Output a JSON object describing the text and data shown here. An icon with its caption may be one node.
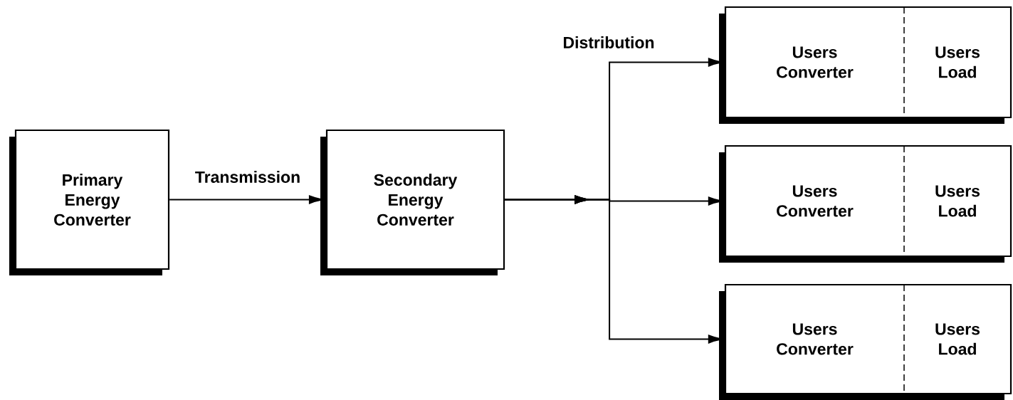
{
  "diagram": {
    "nodes": [
      {
        "text": [
          "Primary Energy Converter"
        ]
      },
      {
        "text": [
          "Secondary Energy Converter"
        ]
      },
      {
        "text": [],
        "shape": "box"
      },
      {
        "text": [
          "Users Converter"
        ],
        "in": 2
      },
      {
        "text": [
          "Users Load"
        ],
        "in": 2
      },
      {
        "text": [],
        "shape": "box"
      },
      {
        "text": [
          "Users Converter"
        ],
        "in": 5
      },
      {
        "text": [
          "Users Load"
        ],
        "in": 5
      },
      {
        "text": [],
        "shape": "box"
      },
      {
        "text": [
          "Users Converter"
        ],
        "in": 8
      },
      {
        "text": [
          "Users Load"
        ],
        "in": 8
      }
    ],
    "edges": [
      {
        "from": 0,
        "to": 1,
        "arrow": "to",
        "label": "Transmission"
      },
      {
        "from": 1,
        "to": 3,
        "arrow": "to",
        "label": "Distribution"
      },
      {
        "from": 1,
        "to": 6,
        "arrow": "to"
      },
      {
        "from": 1,
        "to": 9,
        "arrow": "to"
      }
    ]
  }
}
